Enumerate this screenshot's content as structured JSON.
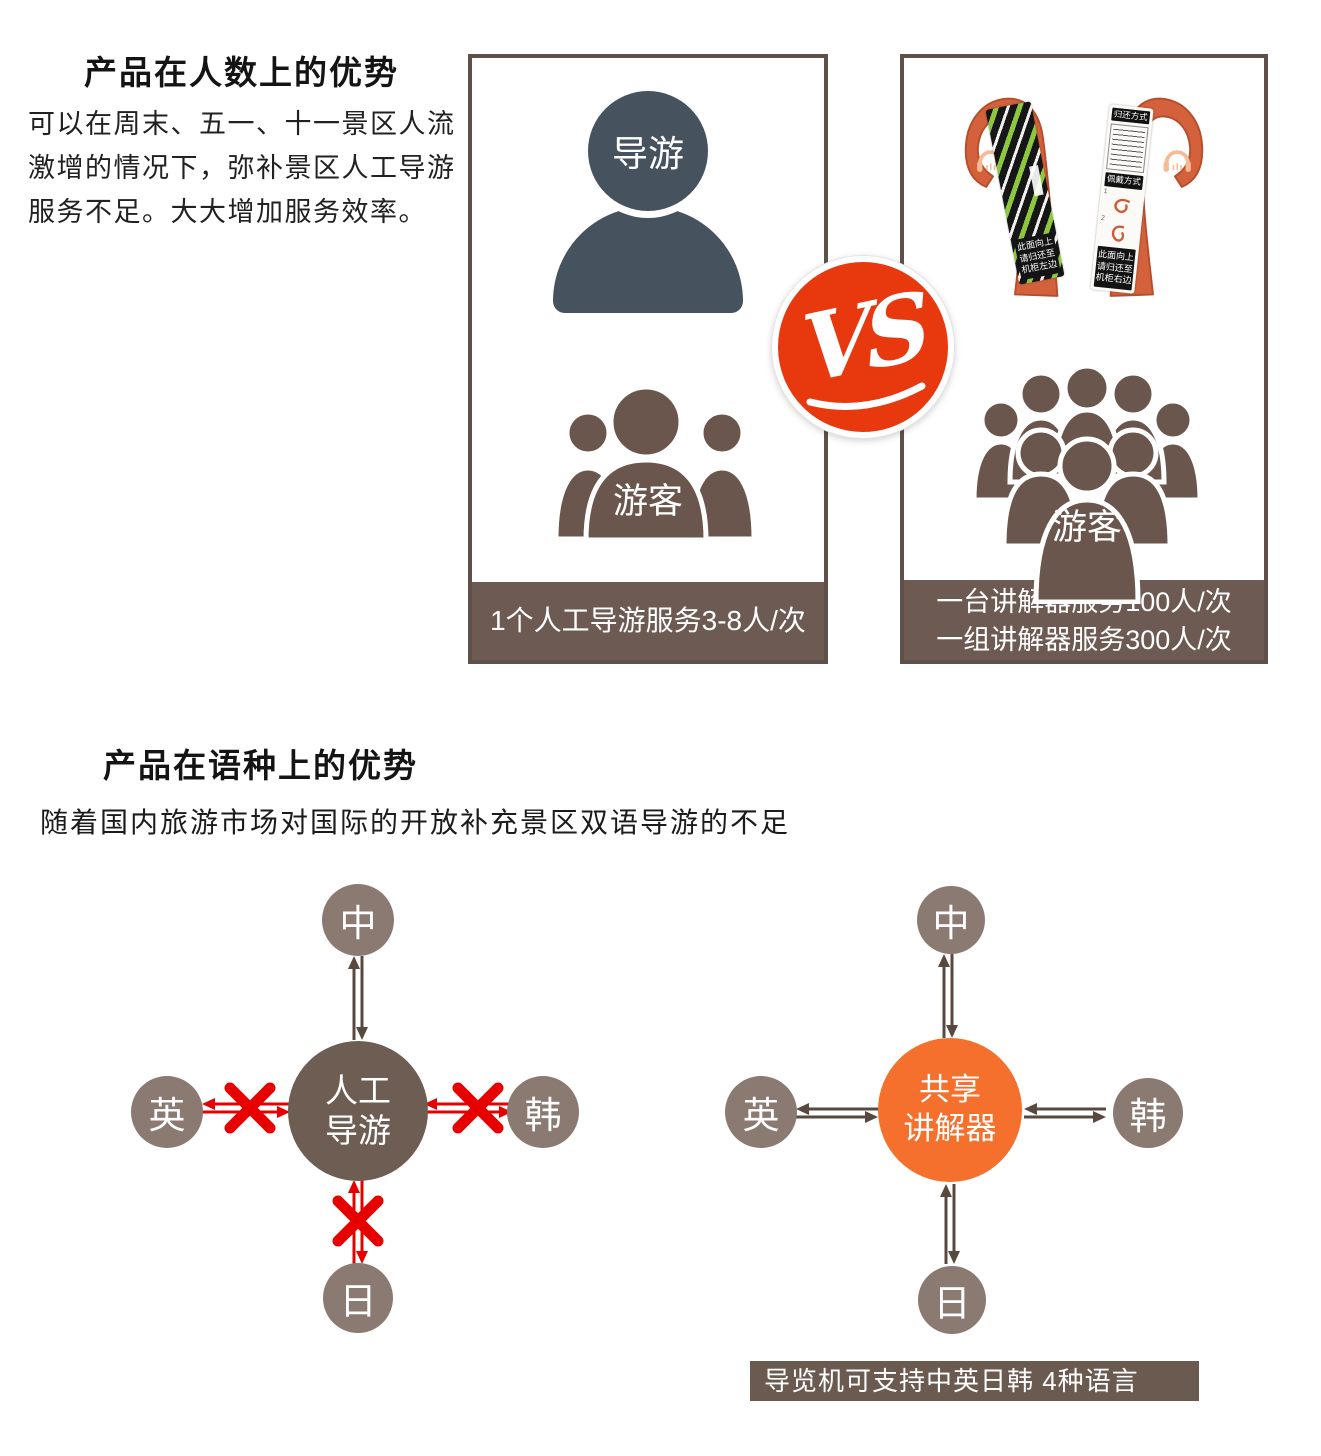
{
  "section1": {
    "title": "产品在人数上的优势",
    "paragraph": "可以在周末、五一、十一景区人流\n激增的情况下，弥补景区人工导游\n服务不足。大大增加服务效率。",
    "guide_label": "导游",
    "tourist_label": "游客",
    "crowd_label": "游客",
    "vs_label": "VS",
    "left_caption": "1个人工导游服务3-8人/次",
    "right_caption_line1": "一台讲解器服务100人/次",
    "right_caption_line2": "一组讲解器服务300人/次",
    "device": {
      "return_title": "归还方式",
      "wear_title": "佩戴方式",
      "steps": [
        "1",
        "2"
      ],
      "left_bottom_label": "此面向上\n请归还至\n机柜左边",
      "right_bottom_label": "此面向上\n请归还至\n机柜右边"
    }
  },
  "section2": {
    "title": "产品在语种上的优势",
    "subtitle": "随着国内旅游市场对国际的开放补充景区双语导游的不足",
    "left_diagram": {
      "center_line1": "人工",
      "center_line2": "导游",
      "top": "中",
      "left": "英",
      "right": "韩",
      "bottom": "日"
    },
    "right_diagram": {
      "center_line1": "共享",
      "center_line2": "讲解器",
      "top": "中",
      "left": "英",
      "right": "韩",
      "bottom": "日"
    },
    "caption": "导览机可支持中英日韩 4种语言"
  },
  "colors": {
    "panel_border": "#5f5049",
    "caption_brown": "#6d5a52",
    "guide_slate": "#47525f",
    "crowd_brown": "#6a564c",
    "vs_red": "#e8380e",
    "node_gray_brown": "#8b7a71",
    "hub_brown": "#6e5d53",
    "hub_orange": "#f5702c",
    "cross_red": "#e60000",
    "device_orange": "#d2613c",
    "sticker_green": "#8dc63f"
  }
}
